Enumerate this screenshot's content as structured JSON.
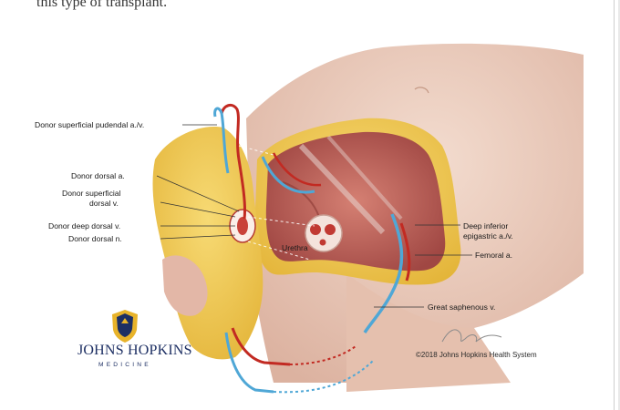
{
  "page": {
    "top_text": "this type of transplant."
  },
  "labels": {
    "superficial_pudendal": "Donor superficial pudendal a./v.",
    "dorsal_a": "Donor dorsal a.",
    "superficial_dorsal_1": "Donor superficial",
    "superficial_dorsal_2": "dorsal v.",
    "deep_dorsal": "Donor deep dorsal v.",
    "dorsal_n": "Donor dorsal n.",
    "urethra": "Urethra",
    "deep_inferior_1": "Deep inferior",
    "deep_inferior_2": "epigastric a./v.",
    "femoral": "Femoral a.",
    "great_saphenous": "Great saphenous v."
  },
  "logo": {
    "name": "JOHNS HOPKINS",
    "sub": "MEDICINE"
  },
  "copyright": "©2018 Johns Hopkins Health System",
  "colors": {
    "skin": "#e9c9ba",
    "fat": "#f2cf55",
    "muscle": "#b9584f",
    "artery": "#c22a22",
    "vein": "#4fa7d6",
    "logo_navy": "#1d2f63",
    "logo_gold": "#e8b32a"
  }
}
